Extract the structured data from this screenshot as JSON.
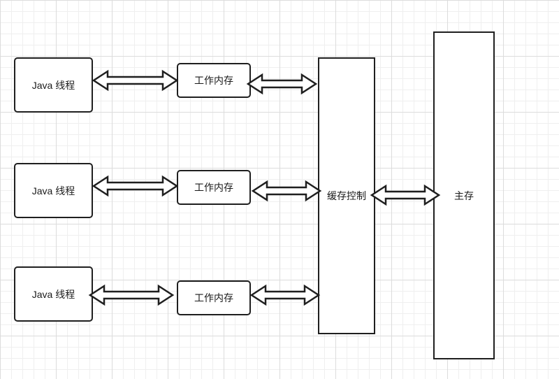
{
  "diagram": {
    "threads": [
      {
        "label": "Java 线程"
      },
      {
        "label": "Java 线程"
      },
      {
        "label": "Java 线程"
      }
    ],
    "work_memory": [
      {
        "label": "工作内存"
      },
      {
        "label": "工作内存"
      },
      {
        "label": "工作内存"
      }
    ],
    "cache_control": {
      "label": "缓存控制"
    },
    "main_memory": {
      "label": "主存"
    },
    "connections": [
      {
        "from": "Java 线程",
        "to": "工作内存",
        "direction": "bidirectional"
      },
      {
        "from": "工作内存",
        "to": "缓存控制",
        "direction": "bidirectional"
      },
      {
        "from": "缓存控制",
        "to": "主存",
        "direction": "bidirectional"
      }
    ],
    "colors": {
      "stroke": "#1f1f1f",
      "fill": "#ffffff",
      "grid": "#dcdcdc"
    }
  }
}
